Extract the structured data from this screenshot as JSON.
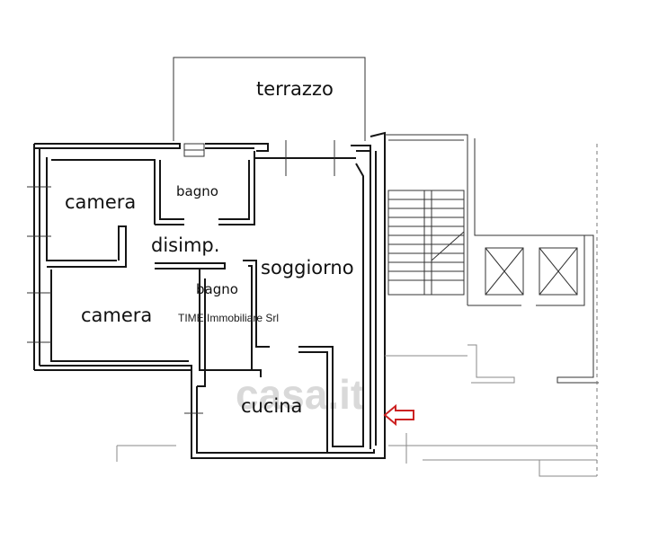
{
  "rooms": {
    "terrazzo": "terrazzo",
    "camera_top": "camera",
    "bagno_top": "bagno",
    "disimpegno": "disimp.",
    "soggiorno": "soggiorno",
    "bagno_mid": "bagno",
    "camera_bottom": "camera",
    "cucina": "cucina"
  },
  "agency_label": "TIME Immobiliare Srl",
  "watermark": "casa.it",
  "colors": {
    "wall": "#151515",
    "entrance_arrow": "#cc2222",
    "watermark": "#d9d9d9"
  },
  "icons": {
    "entrance": "entrance-arrow-icon",
    "lift": "elevator-shaft-icon"
  }
}
